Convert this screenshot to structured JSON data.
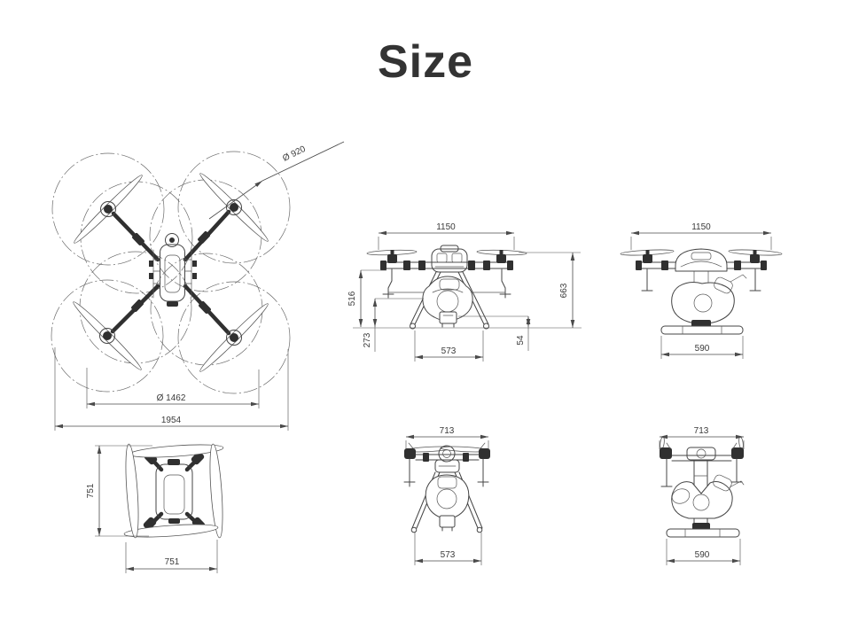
{
  "title": "Size",
  "colors": {
    "background": "#ffffff",
    "title": "#333333",
    "drawing_line": "#454545",
    "dimension_line": "#4a4a4a",
    "dimension_text": "#3a3a3a"
  },
  "views": {
    "top_unfolded": {
      "dim_prop_diameter": "Ø 920",
      "dim_motor_circle": "Ø 1462",
      "dim_overall_width": "1954"
    },
    "top_folded": {
      "dim_height": "751",
      "dim_width": "751"
    },
    "front_unfolded": {
      "dim_width": "1150",
      "dim_height_516": "516",
      "dim_height_273": "273",
      "dim_track": "573",
      "dim_clearance": "54",
      "dim_total_height": "663"
    },
    "side_unfolded": {
      "dim_width": "1150",
      "dim_base": "590"
    },
    "front_folded": {
      "dim_width": "713",
      "dim_track": "573"
    },
    "side_folded": {
      "dim_width": "713",
      "dim_base": "590"
    }
  }
}
